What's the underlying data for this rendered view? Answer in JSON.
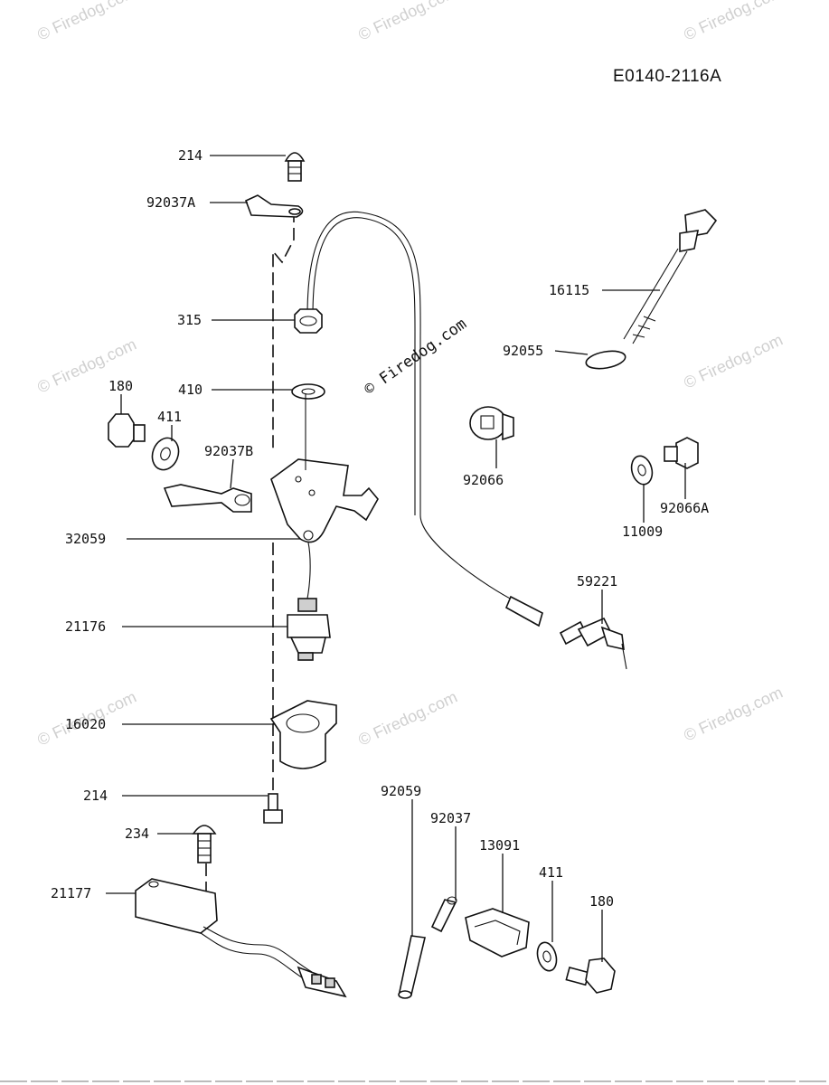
{
  "diagram_code": "E0140-2116A",
  "watermark": "© Firedog.com",
  "labels": {
    "p214_top": "214",
    "p92037A": "92037A",
    "p315": "315",
    "p410": "410",
    "p180_left": "180",
    "p411_left": "411",
    "p92037B": "92037B",
    "p32059": "32059",
    "p21176": "21176",
    "p16020": "16020",
    "p214_bottom": "214",
    "p234": "234",
    "p21177": "21177",
    "p16115": "16115",
    "p92055": "92055",
    "p92066": "92066",
    "p11009": "11009",
    "p92066A": "92066A",
    "p59221": "59221",
    "p92059": "92059",
    "p92037": "92037",
    "p13091": "13091",
    "p411_right": "411",
    "p180_right": "180"
  }
}
